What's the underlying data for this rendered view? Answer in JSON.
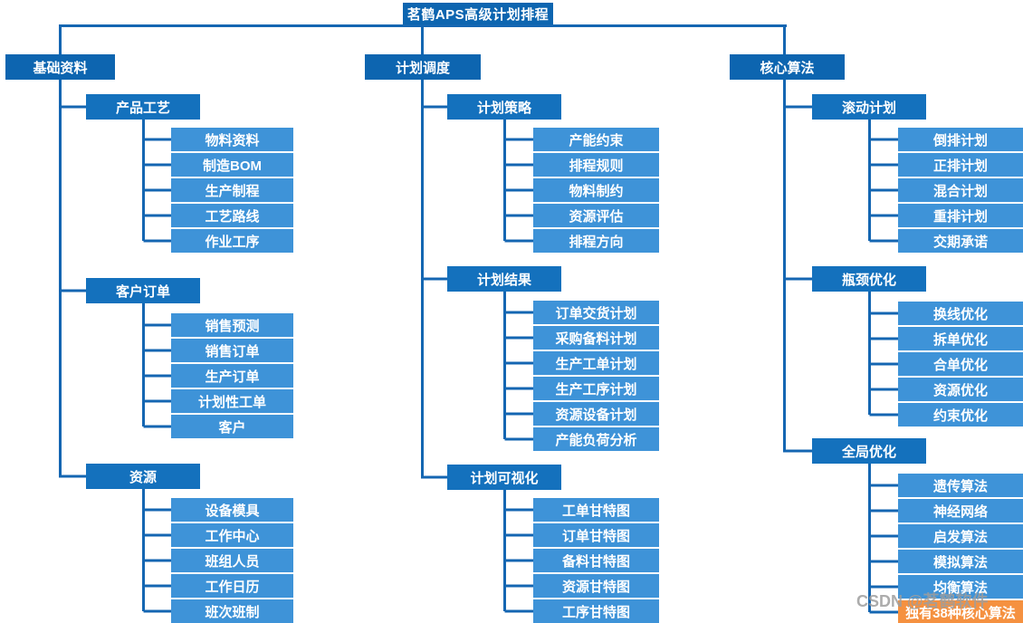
{
  "title": "茗鹤APS高级计划排程",
  "watermark": "CSDN @茗鹤软件",
  "colors": {
    "level1": "#0d65b0",
    "level2": "#1471bd",
    "level3": "#3e93d8",
    "highlight": "#f59140",
    "line": "#1466b2",
    "watermark": "#9e9e9e"
  },
  "columns": [
    {
      "root": "基础资料",
      "groups": [
        {
          "label": "产品工艺",
          "items": [
            "物料资料",
            "制造BOM",
            "生产制程",
            "工艺路线",
            "作业工序"
          ]
        },
        {
          "label": "客户订单",
          "items": [
            "销售预测",
            "销售订单",
            "生产订单",
            "计划性工单",
            "客户"
          ]
        },
        {
          "label": "资源",
          "items": [
            "设备模具",
            "工作中心",
            "班组人员",
            "工作日历",
            "班次班制"
          ]
        }
      ]
    },
    {
      "root": "计划调度",
      "groups": [
        {
          "label": "计划策略",
          "items": [
            "产能约束",
            "排程规则",
            "物料制约",
            "资源评估",
            "排程方向"
          ]
        },
        {
          "label": "计划结果",
          "items": [
            "订单交货计划",
            "采购备料计划",
            "生产工单计划",
            "生产工序计划",
            "资源设备计划",
            "产能负荷分析"
          ]
        },
        {
          "label": "计划可视化",
          "items": [
            "工单甘特图",
            "订单甘特图",
            "备料甘特图",
            "资源甘特图",
            "工序甘特图"
          ]
        }
      ]
    },
    {
      "root": "核心算法",
      "groups": [
        {
          "label": "滚动计划",
          "items": [
            "倒排计划",
            "正排计划",
            "混合计划",
            "重排计划",
            "交期承诺"
          ]
        },
        {
          "label": "瓶颈优化",
          "items": [
            "换线优化",
            "拆单优化",
            "合单优化",
            "资源优化",
            "约束优化"
          ]
        },
        {
          "label": "全局优化",
          "items": [
            "遗传算法",
            "神经网络",
            "启发算法",
            "模拟算法",
            "均衡算法"
          ],
          "highlight_item": "独有38种核心算法"
        }
      ]
    }
  ]
}
